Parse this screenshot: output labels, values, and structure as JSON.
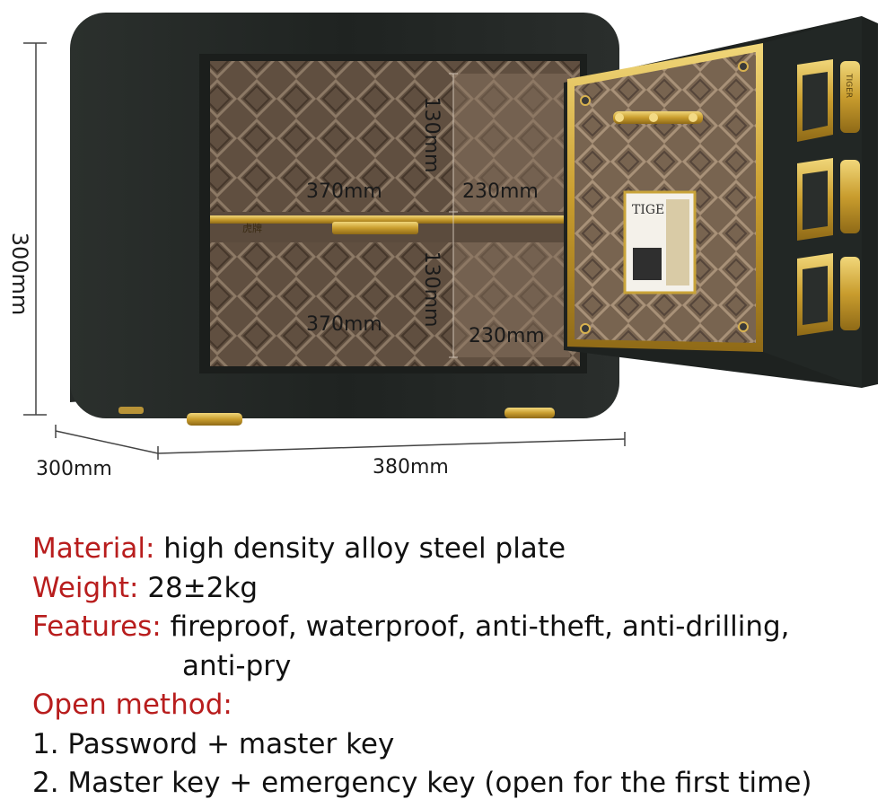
{
  "dimensions": {
    "height": "300mm",
    "depth": "300mm",
    "width": "380mm",
    "upper_height": "130mm",
    "lower_height": "130mm",
    "upper_left_width": "370mm",
    "upper_right_width": "230mm",
    "lower_left_width": "370mm",
    "lower_right_width": "230mm"
  },
  "product_marks": {
    "shelf_brand": "虎牌",
    "lock_brand": "TIGE",
    "hinge_brand": "TIGER"
  },
  "specs": {
    "material_label": "Material:",
    "material_value": "high density alloy steel plate",
    "weight_label": "Weight:",
    "weight_value": "28±2kg",
    "features_label": "Features:",
    "features_value": "fireproof, waterproof, anti-theft, anti-drilling,",
    "features_value_cont": "anti-pry",
    "open_label": "Open method:",
    "open_item_1": "1. Password + master key",
    "open_item_2": "2. Master key + emergency key (open for the first time)"
  },
  "colors": {
    "label_red": "#b81d1d",
    "body_black": "#222624",
    "interior_brown": "#6e5a49",
    "gold": "#c9a43a"
  }
}
